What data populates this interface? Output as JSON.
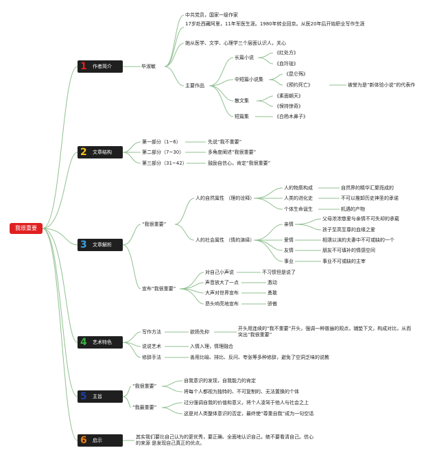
{
  "root": {
    "label": "我很重要"
  },
  "colors": {
    "s1": "#e02020",
    "s2": "#f0c419",
    "s3": "#3aa0e0",
    "s4": "#3cb043",
    "s5": "#1f3fa8",
    "s6": "#f08010",
    "line": "#8fbf8f"
  },
  "sections": [
    {
      "num": "1",
      "label": "作者简介"
    },
    {
      "num": "2",
      "label": "文章结构"
    },
    {
      "num": "3",
      "label": "文章解析"
    },
    {
      "num": "4",
      "label": "艺术特色"
    },
    {
      "num": "5",
      "label": "主旨"
    },
    {
      "num": "6",
      "label": "启示"
    }
  ],
  "s1": {
    "author": "毕淑敏",
    "facts": [
      "中共党员，国家一级作家",
      "17岁赴西藏阿里，11年军医生涯。1980年转业回京。从医20年后开始职业写作生涯",
      "她从医学、文学、心理学三个层面认识人，关心"
    ],
    "works": "主要作品",
    "long": "长篇小说",
    "long1": "《红处方》",
    "long2": "《血玲珑》",
    "mid": "中短篇小说集",
    "mid1": "《昆仑殇》",
    "mid2": "《预约死亡》",
    "mid2note": "被誉为是“新体验小说”的代表作",
    "prose": "散文集",
    "prose1": "《素面朝天》",
    "prose2": "《保持惊奇》",
    "short": "短篇集",
    "short1": "《白杨木鼻子》"
  },
  "s2": {
    "parts": [
      "第一部分（1~6）",
      "第二部分（7~30）",
      "第三部分（31~42）"
    ],
    "desc": [
      "先说“我不重要”",
      "多角度阐述“我很重要”",
      "鼓励自信心，肯定“我很重要”"
    ]
  },
  "s3": {
    "a": "“我很重要”",
    "nat": "人的自然属性 （理的诠释）",
    "nat1": "人的物质构成",
    "nat1d": "自然界的精华汇聚而成的",
    "nat2": "人类的进化史",
    "nat2d": "不可以推卸历史神圣的承诺",
    "nat3": "个体生命诞生",
    "nat3d": "机遇的产物",
    "soc": "人的社会属性 （情的演绎）",
    "qin": "亲情",
    "qin1": "父母浓浓慈爱与亲情不可失却的承载",
    "qin2": "孩子至高至尊的血缘之爱",
    "ai": "爱情",
    "aid": "相濡以沫的夫妻中不可或缺的一个",
    "you": "友情",
    "youd": "朋友不可填补的情感空间",
    "ye": "事业",
    "yed": "事业不可或缺的主宰",
    "b": "宣布“我很重要”",
    "b1": "对自己小声说",
    "b1d": "不习惯但是说了",
    "b2": "声音放大了一点",
    "b2d": "激动",
    "b3": "大声对世界宣布",
    "b3d": "勇敢",
    "b4": "昂头响亮地宣布",
    "b4d": "骄傲"
  },
  "s4": {
    "l1": "写作方法",
    "l1a": "欲扬先抑",
    "l1d": "开头用连续的“我不重要”开头，强调一种普遍的观点，铺垫下文，构成对比，从而突出“我很重要”",
    "l2": "说说艺术",
    "l2d": "入情入理，情理融合",
    "l3": "修辞手法",
    "l3d": "善用比喻、排比、反问、夸张等多种修辞，避免了空洞乏味的说教"
  },
  "s5": {
    "a": "“我很重要”",
    "a1": "自我意识的发现，自我能力的肯定",
    "a2": "将每个人都视为独特的、不可复制的、无法置换的个体",
    "b": "“我最重要”",
    "b1": "过分强调自我的价值和意义，将个人凌驾于他人与社会之上",
    "b2": "这是对人类整体意识的否定，最终使“尊重自我”成为一句空话"
  },
  "s6": {
    "text": "其实我们要比自己认为的更优秀，要正确、全面地认识自己，绝不要看清自己。信心的来源 是发现自己真正的优点。"
  }
}
